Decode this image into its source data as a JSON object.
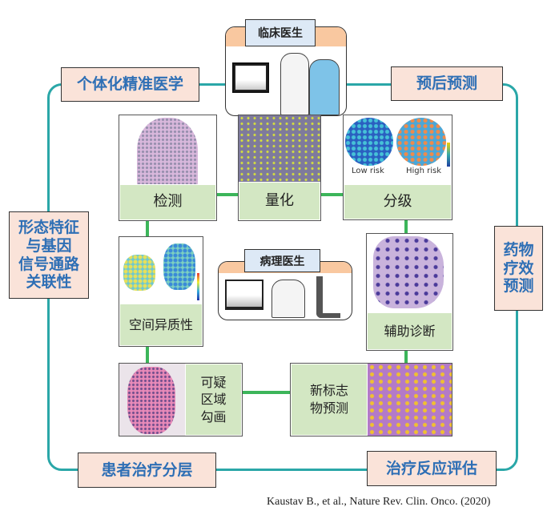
{
  "outer_labels": {
    "top_left": "个体化精准医学",
    "top_right": "预后预测",
    "left": "形态特征\n与基因\n信号通路\n关联性",
    "right": "药物\n疗效\n预测",
    "bottom_left": "患者治疗分层",
    "bottom_right": "治疗反应评估"
  },
  "clinician_panel": {
    "title": "临床医生"
  },
  "pathologist_panel": {
    "title": "病理医生"
  },
  "tiles": {
    "detect": "检测",
    "quantify": "量化",
    "grade": "分级",
    "grade_low": "Low risk",
    "grade_high": "High risk",
    "spatial": "空间异质性",
    "assist": "辅助诊断",
    "suspicious": "可疑\n区域\n勾画",
    "biomarker": "新标志\n物预测"
  },
  "citation": "Kaustav B., et al., Nature Rev. Clin. Onco. (2020)",
  "colors": {
    "loop": "#2aa7a8",
    "connector": "#3cb55a",
    "tag_fill": "#fae3d9",
    "tag_text": "#2e6fb5",
    "tile_label": "#d3e7c3"
  }
}
